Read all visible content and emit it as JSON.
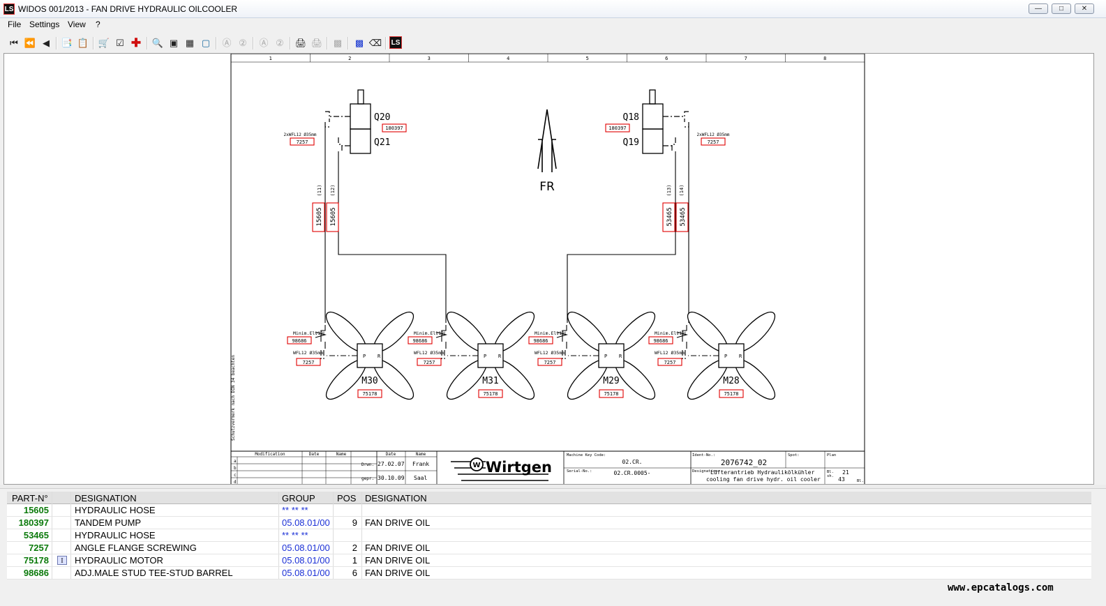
{
  "window": {
    "title": "WIDOS 001/2013 - FAN DRIVE HYDRAULIC OILCOOLER",
    "app_icon": "LS"
  },
  "menu": [
    "File",
    "Settings",
    "View",
    "?"
  ],
  "toolbar": {
    "buttons": [
      "first-page",
      "prev-fast",
      "prev",
      "bookmark",
      "bookmarks-list",
      "cart",
      "checklist",
      "add-red-cross",
      "zoom-in",
      "fit-page",
      "fit-width",
      "frame",
      "next-a",
      "next-2",
      "prev-a",
      "prev-2",
      "print",
      "print-disabled",
      "eraser-disabled",
      "select-blue",
      "eraser",
      "logo"
    ]
  },
  "drawing": {
    "column_numbers": [
      "1",
      "2",
      "3",
      "4",
      "5",
      "6",
      "7",
      "8"
    ],
    "direction_label": "FR",
    "pumps": {
      "left": {
        "upper": "Q20",
        "lower": "Q21",
        "part": "180397",
        "fitting": "2xWFL12 Ø35mm",
        "fitting_part": "7257"
      },
      "right": {
        "upper": "Q18",
        "lower": "Q19",
        "part": "180397",
        "fitting": "2xWFL12 Ø35mm",
        "fitting_part": "7257"
      }
    },
    "hoses": {
      "left": [
        {
          "pos": "(11)",
          "part": "15605"
        },
        {
          "pos": "(12)",
          "part": "15605"
        }
      ],
      "right": [
        {
          "pos": "(13)",
          "part": "53465"
        },
        {
          "pos": "(14)",
          "part": "53465"
        }
      ]
    },
    "motors": [
      {
        "name": "M30",
        "part": "75178",
        "elbow": "Minim.Elv12L",
        "elbow_part": "98686",
        "flange": "WFL12 Ø35mm",
        "flange_part": "7257"
      },
      {
        "name": "M31",
        "part": "75178",
        "elbow": "Minim.Elv12L",
        "elbow_part": "98686",
        "flange": "WFL12 Ø35mm",
        "flange_part": "7257"
      },
      {
        "name": "M29",
        "part": "75178",
        "elbow": "Minim.Elv12L",
        "elbow_part": "98686",
        "flange": "WFL12 Ø35mm",
        "flange_part": "7257"
      },
      {
        "name": "M28",
        "part": "75178",
        "elbow": "Minim.Elv12L",
        "elbow_part": "98686",
        "flange": "WFL12 Ø35mm",
        "flange_part": "7257"
      }
    ],
    "port_p": "P",
    "port_r": "R",
    "side_note": "Schutzvermerk nach DIN 34 beachten",
    "titleblock": {
      "modification": "Modification",
      "date": "Date",
      "name": "Name",
      "rows": [
        "a",
        "b",
        "c",
        "d"
      ],
      "drwn_label": "Drwn.",
      "drwn_date": "27.02.07",
      "drwn_name": "Frank",
      "gepr_label": "gepr.",
      "gepr_date": "30.10.09",
      "gepr_name": "Saal",
      "date_head": "Date",
      "name_head": "Name",
      "logo": "Wirtgen",
      "machine_key_label": "Machine Key Code:",
      "machine_key": "02.CR.",
      "serial_label": "Serial-No.:",
      "serial": "02.CR.0005-",
      "ident_label": "Ident-No.:",
      "ident": "2076742_02",
      "spot_label": "Spot:",
      "plan_label": "Plan",
      "designation_label": "Designation:",
      "designation_de": "Lüfterantrieb Hydraulikölkühler",
      "designation_en": "cooling fan drive hydr. oil cooler",
      "bl_label": "Bl.",
      "bl": "21",
      "sh_label": "sh.",
      "sh": "43",
      "bl2": "Bl."
    }
  },
  "parts_table": {
    "headers": {
      "part": "PART-N°",
      "designation": "DESIGNATION",
      "group": "GROUP",
      "pos": "POS",
      "designation2": "DESIGNATION"
    },
    "rows": [
      {
        "part": "15605",
        "info": "",
        "designation": "HYDRAULIC HOSE",
        "group": "** ** **",
        "pos": "",
        "designation2": ""
      },
      {
        "part": "180397",
        "info": "",
        "designation": "TANDEM PUMP",
        "group": "05.08.01/00",
        "pos": "9",
        "designation2": "FAN DRIVE OIL"
      },
      {
        "part": "53465",
        "info": "",
        "designation": "HYDRAULIC HOSE",
        "group": "** ** **",
        "pos": "",
        "designation2": ""
      },
      {
        "part": "7257",
        "info": "",
        "designation": "ANGLE FLANGE SCREWING",
        "group": "05.08.01/00",
        "pos": "2",
        "designation2": "FAN DRIVE OIL"
      },
      {
        "part": "75178",
        "info": "I",
        "designation": "HYDRAULIC MOTOR",
        "group": "05.08.01/00",
        "pos": "1",
        "designation2": "FAN DRIVE OIL"
      },
      {
        "part": "98686",
        "info": "",
        "designation": "ADJ.MALE STUD TEE-STUD BARREL",
        "group": "05.08.01/00",
        "pos": "6",
        "designation2": "FAN DRIVE OIL"
      }
    ]
  },
  "watermark": "www.epcatalogs.com"
}
